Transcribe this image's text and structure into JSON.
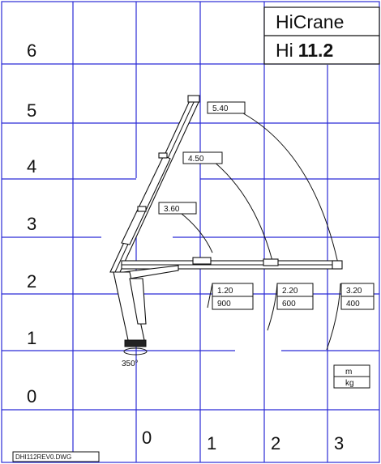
{
  "title": {
    "brand": "HiCrane",
    "model_prefix": "Hi",
    "model_number": "11.2"
  },
  "y_axis_labels": [
    "6",
    "5",
    "4",
    "3",
    "2",
    "1",
    "0"
  ],
  "x_axis_labels": [
    "0",
    "1",
    "2",
    "3"
  ],
  "reach_labels": [
    "3.60",
    "4.50",
    "5.40"
  ],
  "load_table": [
    {
      "distance": "1.20",
      "load": "900"
    },
    {
      "distance": "2.20",
      "load": "600"
    },
    {
      "distance": "3.20",
      "load": "400"
    }
  ],
  "units": {
    "distance": "m",
    "load": "kg"
  },
  "rotation": "350°",
  "drawing_id": "DHI112REV0.DWG",
  "colors": {
    "grid": "#2b2bd6",
    "lines": "#111111",
    "background": "#ffffff"
  }
}
